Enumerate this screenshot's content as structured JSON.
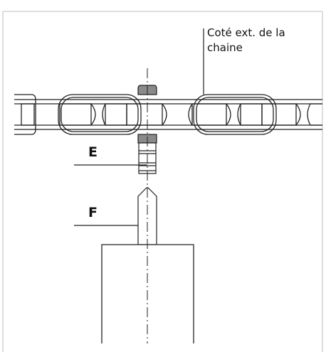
{
  "callout": {
    "line1": "Coté ext. de la",
    "line2": "chaine"
  },
  "labels": {
    "e": "E",
    "f": "F"
  },
  "colors": {
    "line": "#222222",
    "pin": "#8a8a8a",
    "frame": "#bdbdbd"
  }
}
